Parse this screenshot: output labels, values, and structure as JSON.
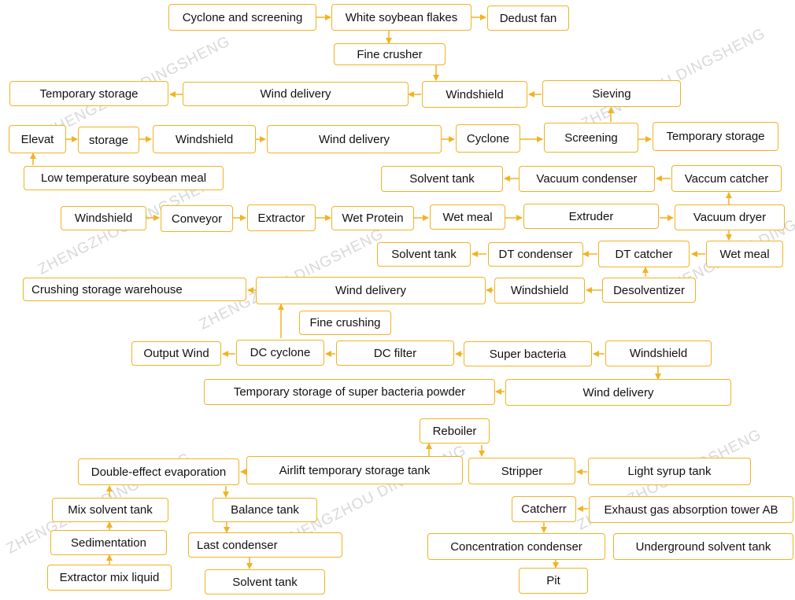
{
  "watermark": "ZHENGZHOU DINGSHENG",
  "colors": {
    "box_border": "#f0b323",
    "arrow": "#f0b323",
    "text": "#111111"
  },
  "nodes": {
    "cyclone_screening": "Cyclone and screening",
    "white_soybean_flakes": "White soybean flakes",
    "dedust_fan": "Dedust fan",
    "fine_crusher": "Fine crusher",
    "temporary_storage_1": "Temporary storage",
    "wind_delivery_1": "Wind delivery",
    "windshield_1": "Windshield",
    "sieving": "Sieving",
    "elevat": "Elevat",
    "storage": "storage",
    "windshield_2": "Windshield",
    "wind_delivery_2": "Wind delivery",
    "cyclone": "Cyclone",
    "screening": "Screening",
    "temporary_storage_2": "Temporary storage",
    "low_temp_meal": "Low temperature soybean meal",
    "solvent_tank_1": "Solvent tank",
    "vacuum_condenser": "Vacuum condenser",
    "vaccum_catcher": "Vaccum catcher",
    "windshield_3": "Windshield",
    "conveyor": "Conveyor",
    "extractor": "Extractor",
    "wet_protein": "Wet Protein",
    "wet_meal_1": "Wet   meal",
    "extruder": "Extruder",
    "vacuum_dryer": "Vacuum dryer",
    "solvent_tank_2": "Solvent tank",
    "dt_condenser": "DT condenser",
    "dt_catcher": "DT catcher",
    "wet_meal_2": "Wet meal",
    "crushing_storage": "Crushing storage warehouse",
    "wind_delivery_3": "Wind delivery",
    "windshield_4": "Windshield",
    "desolventizer": "Desolventizer",
    "fine_crushing": "Fine crushing",
    "output_wind": "Output Wind",
    "dc_cyclone": "DC cyclone",
    "dc_filter": "DC filter",
    "super_bacteria": "Super bacteria",
    "windshield_5": "Windshield",
    "temp_storage_bacteria": "Temporary storage of super bacteria powder",
    "wind_delivery_4": "Wind delivery",
    "reboiler": "Reboiler",
    "double_effect": "Double-effect evaporation",
    "airlift_storage": "Airlift temporary storage tank",
    "stripper": "Stripper",
    "light_syrup": "Light syrup tank",
    "mix_solvent_tank": "Mix solvent tank",
    "balance_tank": "Balance tank",
    "catcherr": "Catcherr",
    "exhaust_gas_tower": "Exhaust gas absorption tower AB",
    "sedimentation": "Sedimentation",
    "last_condenser": "Last condenser",
    "concentration_condenser": "Concentration condenser",
    "underground_solvent": "Underground solvent tank",
    "extractor_mix_liquid": "Extractor mix liquid",
    "solvent_tank_3": "Solvent tank",
    "pit": "Pit"
  }
}
